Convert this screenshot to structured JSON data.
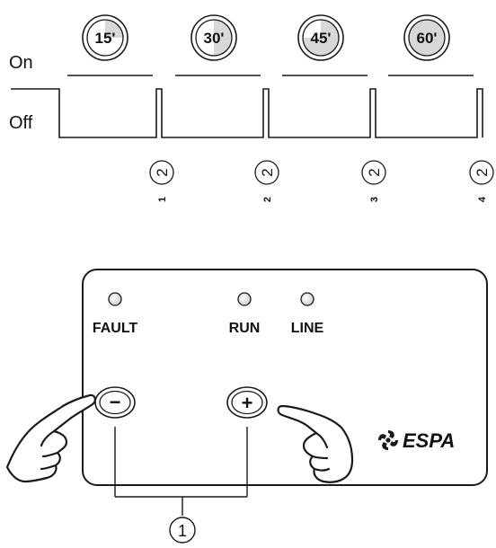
{
  "timing": {
    "on_label": "On",
    "off_label": "Off",
    "dials": [
      {
        "label": "15'",
        "fraction": 0.25
      },
      {
        "label": "30'",
        "fraction": 0.5
      },
      {
        "label": "45'",
        "fraction": 0.75
      },
      {
        "label": "60'",
        "fraction": 1.0
      }
    ],
    "callout_number": "2",
    "step_labels": [
      "1",
      "2",
      "3",
      "4"
    ]
  },
  "panel": {
    "leds": [
      {
        "label": "FAULT"
      },
      {
        "label": "RUN"
      },
      {
        "label": "LINE"
      }
    ],
    "minus_symbol": "−",
    "plus_symbol": "+",
    "brand": "ESPA",
    "callout_number": "1"
  },
  "colors": {
    "stroke": "#1a1a1a",
    "dial_fill_shade": "#d8d8d8"
  }
}
